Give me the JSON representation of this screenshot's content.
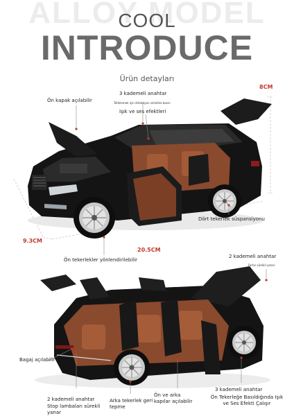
{
  "header": {
    "background_text": "ALLOY MODEL",
    "cool": "COOL",
    "title": "INTRODUCE",
    "subtitle": "Ürün detayları"
  },
  "top_labels": {
    "hood": "Ön kapak açılabilir",
    "key3": "3 kademeli anahtar",
    "key3_note": "Tetiklemek için direksiyon simidine basın",
    "lights": "Işık ve ses efektleri",
    "suspension": "Dört tekerlek süspansiyonu",
    "steering": "Ön tekerlekler yönlendirilebilir"
  },
  "dimensions": {
    "height": "8CM",
    "width": "9.3CM",
    "length": "20.5CM"
  },
  "bottom_labels": {
    "key2_right": "2 kademeli anahtar",
    "key2_right_note": "Farlar sürekli yanar",
    "trunk": "Bagaj açılabilir",
    "key2_left": "2 kademeli anahtar",
    "stop_lamps": "Stop lambaları sürekli yanar",
    "pullback": "Arka tekerlek geri tepme",
    "doors": "Ön ve arka kapılar açılabilir",
    "key3_bottom": "3 kademeli anahtar",
    "key3_bottom_note": "Ön Tekerleğe Basıldığında Işık ve Ses Efekti Çalışır"
  },
  "colors": {
    "accent": "#c0392b",
    "car_body": "#141414",
    "interior": "#8a4a2e",
    "title_gray": "#6a6a6a"
  }
}
